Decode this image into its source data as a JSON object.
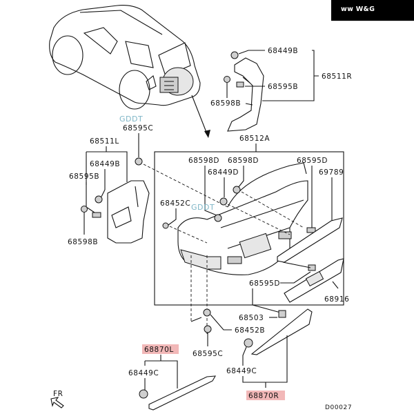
{
  "brand": {
    "logo_text": "ᴡᴡ W&G",
    "icon": "crown-logo-icon"
  },
  "watermarks": [
    "GDDT",
    "GDDT"
  ],
  "diagram_code": "D00027",
  "orientation": {
    "label": "FR",
    "icon": "arrow-front-icon"
  },
  "labels": {
    "right_pillar": {
      "main": "68511R",
      "clip_a": "68449B",
      "screw": "68595B",
      "grommet": "68598B"
    },
    "left_pillar": {
      "main": "68511L",
      "clip_a": "68449B",
      "screw": "68595B",
      "grommet": "68598B"
    },
    "top_screw": "68595C",
    "bumper_group": {
      "main": "68512A",
      "grommet_1": "68598D",
      "grommet_2": "68598D",
      "clip": "68449D",
      "screw_top": "68595D",
      "rivet": "68452C",
      "garnish_upper": "69789",
      "screw_lower": "68595D",
      "garnish_lower": "68916"
    },
    "bottom": {
      "fastener": "68503",
      "rivet": "68452B",
      "screw": "68595C",
      "mud_guard_left": "68870L",
      "clip_left": "68449C",
      "clip_right": "68449C",
      "mud_guard_right": "68870R"
    }
  },
  "highlighted_parts": [
    "68870L",
    "68870R"
  ],
  "colors": {
    "highlight": "#f2b8b8",
    "watermark": "#7fb6c7",
    "ink": "#111111"
  }
}
